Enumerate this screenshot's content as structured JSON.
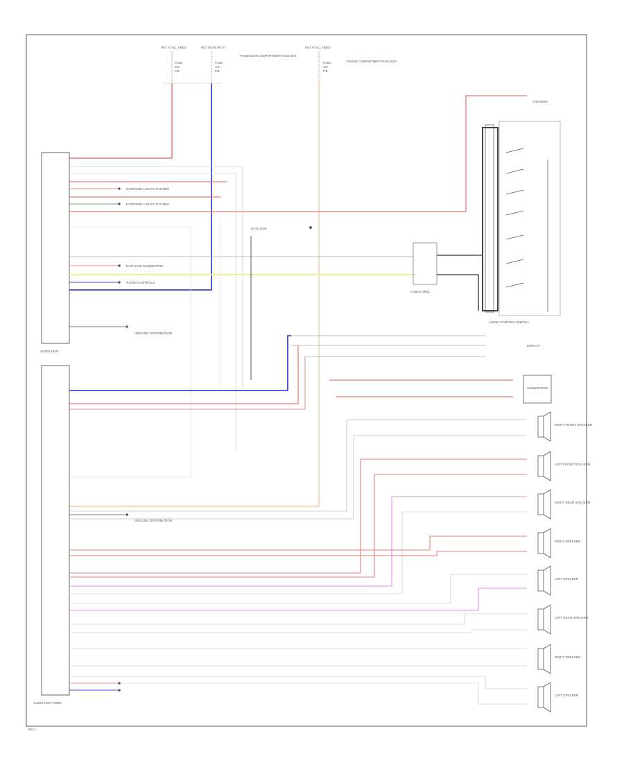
{
  "top_labels": [
    {
      "text": "HOT AT ALL TIMES"
    },
    {
      "text": "HOT IN ON OR ST"
    },
    {
      "text": "HOT AT ALL TIMES"
    }
  ],
  "fuses": [
    {
      "line1": "FUSE",
      "line2": "15A",
      "line3": "F/B"
    },
    {
      "line1": "FUSE",
      "line2": "10A",
      "line3": "F/B"
    },
    {
      "line1": "FUSE",
      "line2": "10A",
      "line3": "F/B"
    }
  ],
  "fuse_notes": [
    {
      "text": "PASSENGER COMPARTMENT FUSE BOX"
    },
    {
      "text": "ENGINE COMPARTMENT FUSE BOX"
    }
  ],
  "components": {
    "audio_unit": "AUDIO UNIT",
    "audio_unit_combo": "AUDIO UNIT FORD",
    "antenna": "ANTENNA",
    "steering_switch": "AUDIO CONTROL SWITCH",
    "clock_spring": "CABLE REEL",
    "subwoofer": "SUBWOOFER",
    "display": "DISPLAY"
  },
  "speakers": [
    {
      "name": "RIGHT FRONT SPEAKER"
    },
    {
      "name": "LEFT FRONT SPEAKER"
    },
    {
      "name": "RIGHT REAR SPEAKER"
    },
    {
      "name": "RIGHT SPEAKER"
    },
    {
      "name": "LEFT SPEAKER"
    },
    {
      "name": "LEFT REAR SPEAKER"
    },
    {
      "name": "RIGHT SPEAKER"
    },
    {
      "name": "LEFT SPEAKER"
    }
  ],
  "notes": [
    {
      "text": "EXTERIOR LIGHTS SYSTEM"
    },
    {
      "text": "EXTERIOR LIGHTS SYSTEM"
    },
    {
      "text": "DATA LINK CONNECTOR"
    },
    {
      "text": "RADIO CONTROLS"
    },
    {
      "text": "GROUND DISTRIBUTION"
    },
    {
      "text": "GROUND DISTRIBUTION"
    }
  ],
  "footer": {
    "code": "WD-1"
  }
}
